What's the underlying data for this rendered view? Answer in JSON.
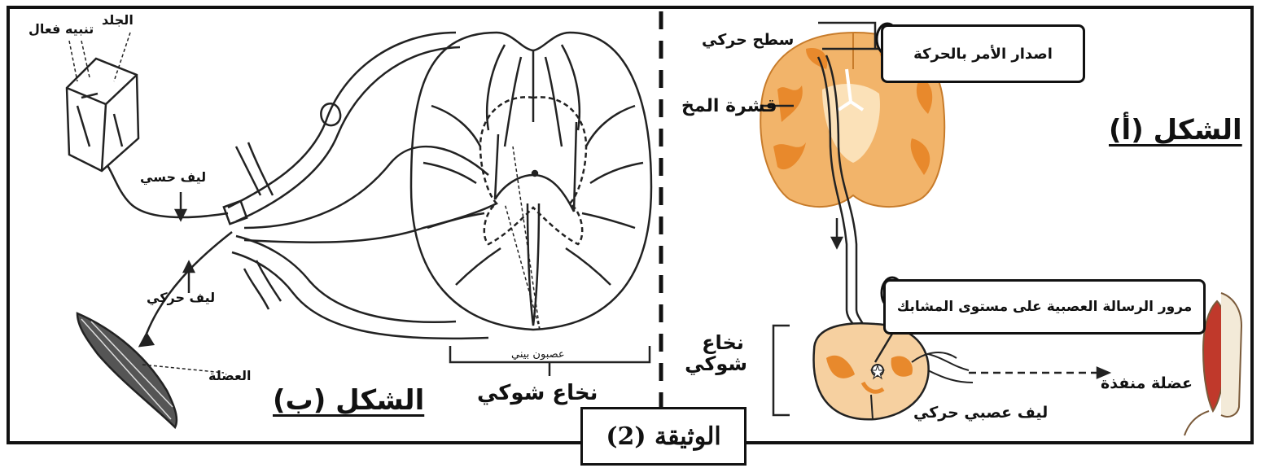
{
  "document_caption": "الوثيقة (2)",
  "figure_a": {
    "title": "الشكل (أ)",
    "labels": {
      "motor_surface": "سطح حركي",
      "cortex": "قشرة المخ",
      "spinal_cord": "نخاع شوكي",
      "motor_nerve_fiber": "ليف عصبي حركي",
      "effector_muscle": "عضلة منفذة"
    },
    "callouts": {
      "issue_command": "اصدار الأمر بالحركة",
      "synapse_passage": "مرور الرسالة العصبية على مستوى المشابك"
    }
  },
  "figure_b": {
    "title": "الشكل (ب)",
    "labels": {
      "effective_stimulus": "تنبيه فعال",
      "skin": "الجلد",
      "sensory_fiber": "ليف حسي",
      "motor_fiber": "ليف حركي",
      "muscle": "العضلة",
      "interneuron": "عصبون بيني",
      "spinal_cord": "نخاع شوكي"
    }
  },
  "colors": {
    "brain_fill": "#f2b46a",
    "brain_dark": "#e8892c",
    "line": "#111111"
  }
}
